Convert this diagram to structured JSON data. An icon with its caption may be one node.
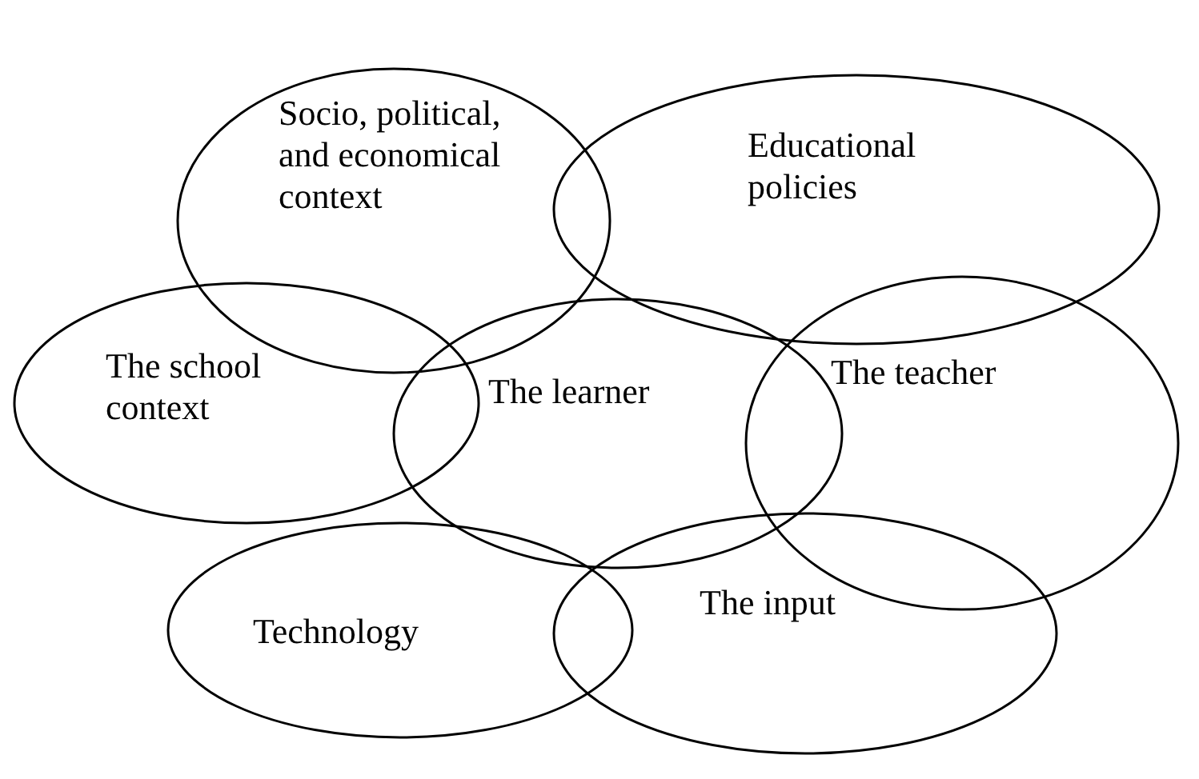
{
  "diagram": {
    "nodes": [
      {
        "text": [
          "Socio, political, and economical context"
        ]
      },
      {
        "text": [
          "Educational policies"
        ]
      },
      {
        "text": [
          "The school context"
        ]
      },
      {
        "text": [
          "The learner"
        ]
      },
      {
        "text": [
          "The teacher"
        ]
      },
      {
        "text": [
          "The input"
        ]
      },
      {
        "text": [
          "Technology"
        ]
      }
    ]
  }
}
